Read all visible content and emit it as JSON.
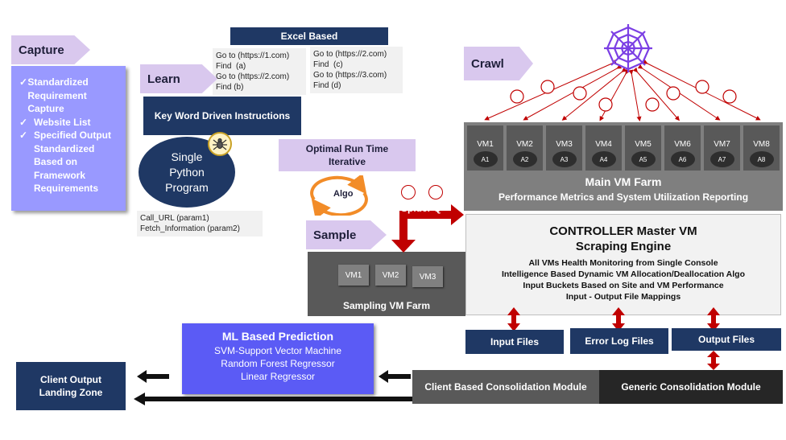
{
  "capture": {
    "label": "Capture",
    "items": [
      "Standardized Requirement Capture",
      "Website List",
      "Specified Output"
    ],
    "extra": [
      "Standardized",
      "Based on",
      "Framework",
      "Requirements"
    ]
  },
  "learn": {
    "label": "Learn",
    "excel_title": "Excel Based",
    "code_left": "Go to (https://1.com)\nFind  (a)\nGo to (https://2.com)\nFind (b)",
    "code_right": "Go to (https://2.com)\nFind  (c)\nGo to (https://3.com)\nFind (d)",
    "keyword_box": "Key Word Driven Instructions",
    "python_program": [
      "Single",
      "Python",
      "Program"
    ],
    "functions": "Call_URL (param1)\nFetch_Information (param2)"
  },
  "optimal": {
    "title": [
      "Optimal Run Time",
      "Iterative"
    ],
    "algo": "Algo"
  },
  "sample": {
    "label": "Sample",
    "vms": [
      "VM1",
      "VM2",
      "VM3"
    ],
    "farm_label": "Sampling VM Farm"
  },
  "spider_q": "Spider Q",
  "crawl": {
    "label": "Crawl",
    "vms": [
      {
        "name": "VM1",
        "a": "A1"
      },
      {
        "name": "VM2",
        "a": "A2"
      },
      {
        "name": "VM3",
        "a": "A3"
      },
      {
        "name": "VM4",
        "a": "A4"
      },
      {
        "name": "VM5",
        "a": "A5"
      },
      {
        "name": "VM6",
        "a": "A6"
      },
      {
        "name": "VM7",
        "a": "A7"
      },
      {
        "name": "VM8",
        "a": "A8"
      }
    ],
    "farm_title": "Main VM Farm",
    "farm_subtitle": "Performance Metrics and System Utilization Reporting"
  },
  "controller": {
    "title": "CONTROLLER Master VM",
    "subtitle": "Scraping Engine",
    "lines": [
      "All VMs Health Monitoring from Single Console",
      "Intelligence Based Dynamic VM Allocation/Deallocation Algo",
      "Input Buckets Based on Site and VM Performance",
      "Input - Output File Mappings"
    ]
  },
  "files": {
    "input": "Input Files",
    "error_log": "Error Log Files",
    "output": "Output Files"
  },
  "ml": {
    "title": "ML Based Prediction",
    "items": [
      "SVM-Support Vector Machine",
      "Random Forest Regressor",
      "Linear Regressor"
    ]
  },
  "client_output": [
    "Client Output",
    "Landing Zone"
  ],
  "consolidation": {
    "client": "Client Based Consolidation Module",
    "generic": "Generic Consolidation Module"
  },
  "colors": {
    "navy": "#1f3864",
    "lavender": "#d9c8ee",
    "purple_box": "#9999ff",
    "ml_blue": "#5b5bf5",
    "gray_dark": "#595959",
    "red_arrow": "#c00000"
  }
}
